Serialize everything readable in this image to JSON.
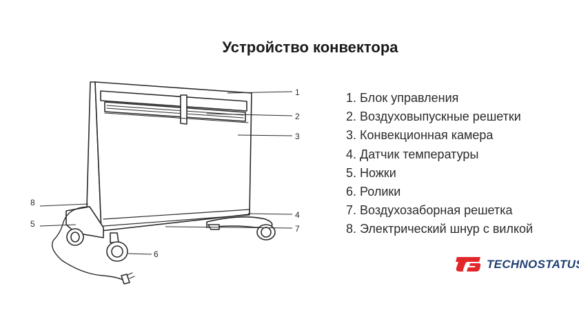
{
  "title": "Устройство конвектора",
  "callouts": [
    "1",
    "2",
    "3",
    "4",
    "5",
    "6",
    "7",
    "8"
  ],
  "legend": [
    "1. Блок управления",
    "2. Воздуховыпускные решетки",
    "3. Конвекционная камера",
    "4. Датчик температуры",
    "5. Ножки",
    "6. Ролики",
    "7. Воздухозаборная решетка",
    "8. Электрический шнур с вилкой"
  ],
  "logo": {
    "text": "TECHNOSTATUS",
    "mark": "ts",
    "color": "#e2262a",
    "text_color": "#1e3f73"
  }
}
